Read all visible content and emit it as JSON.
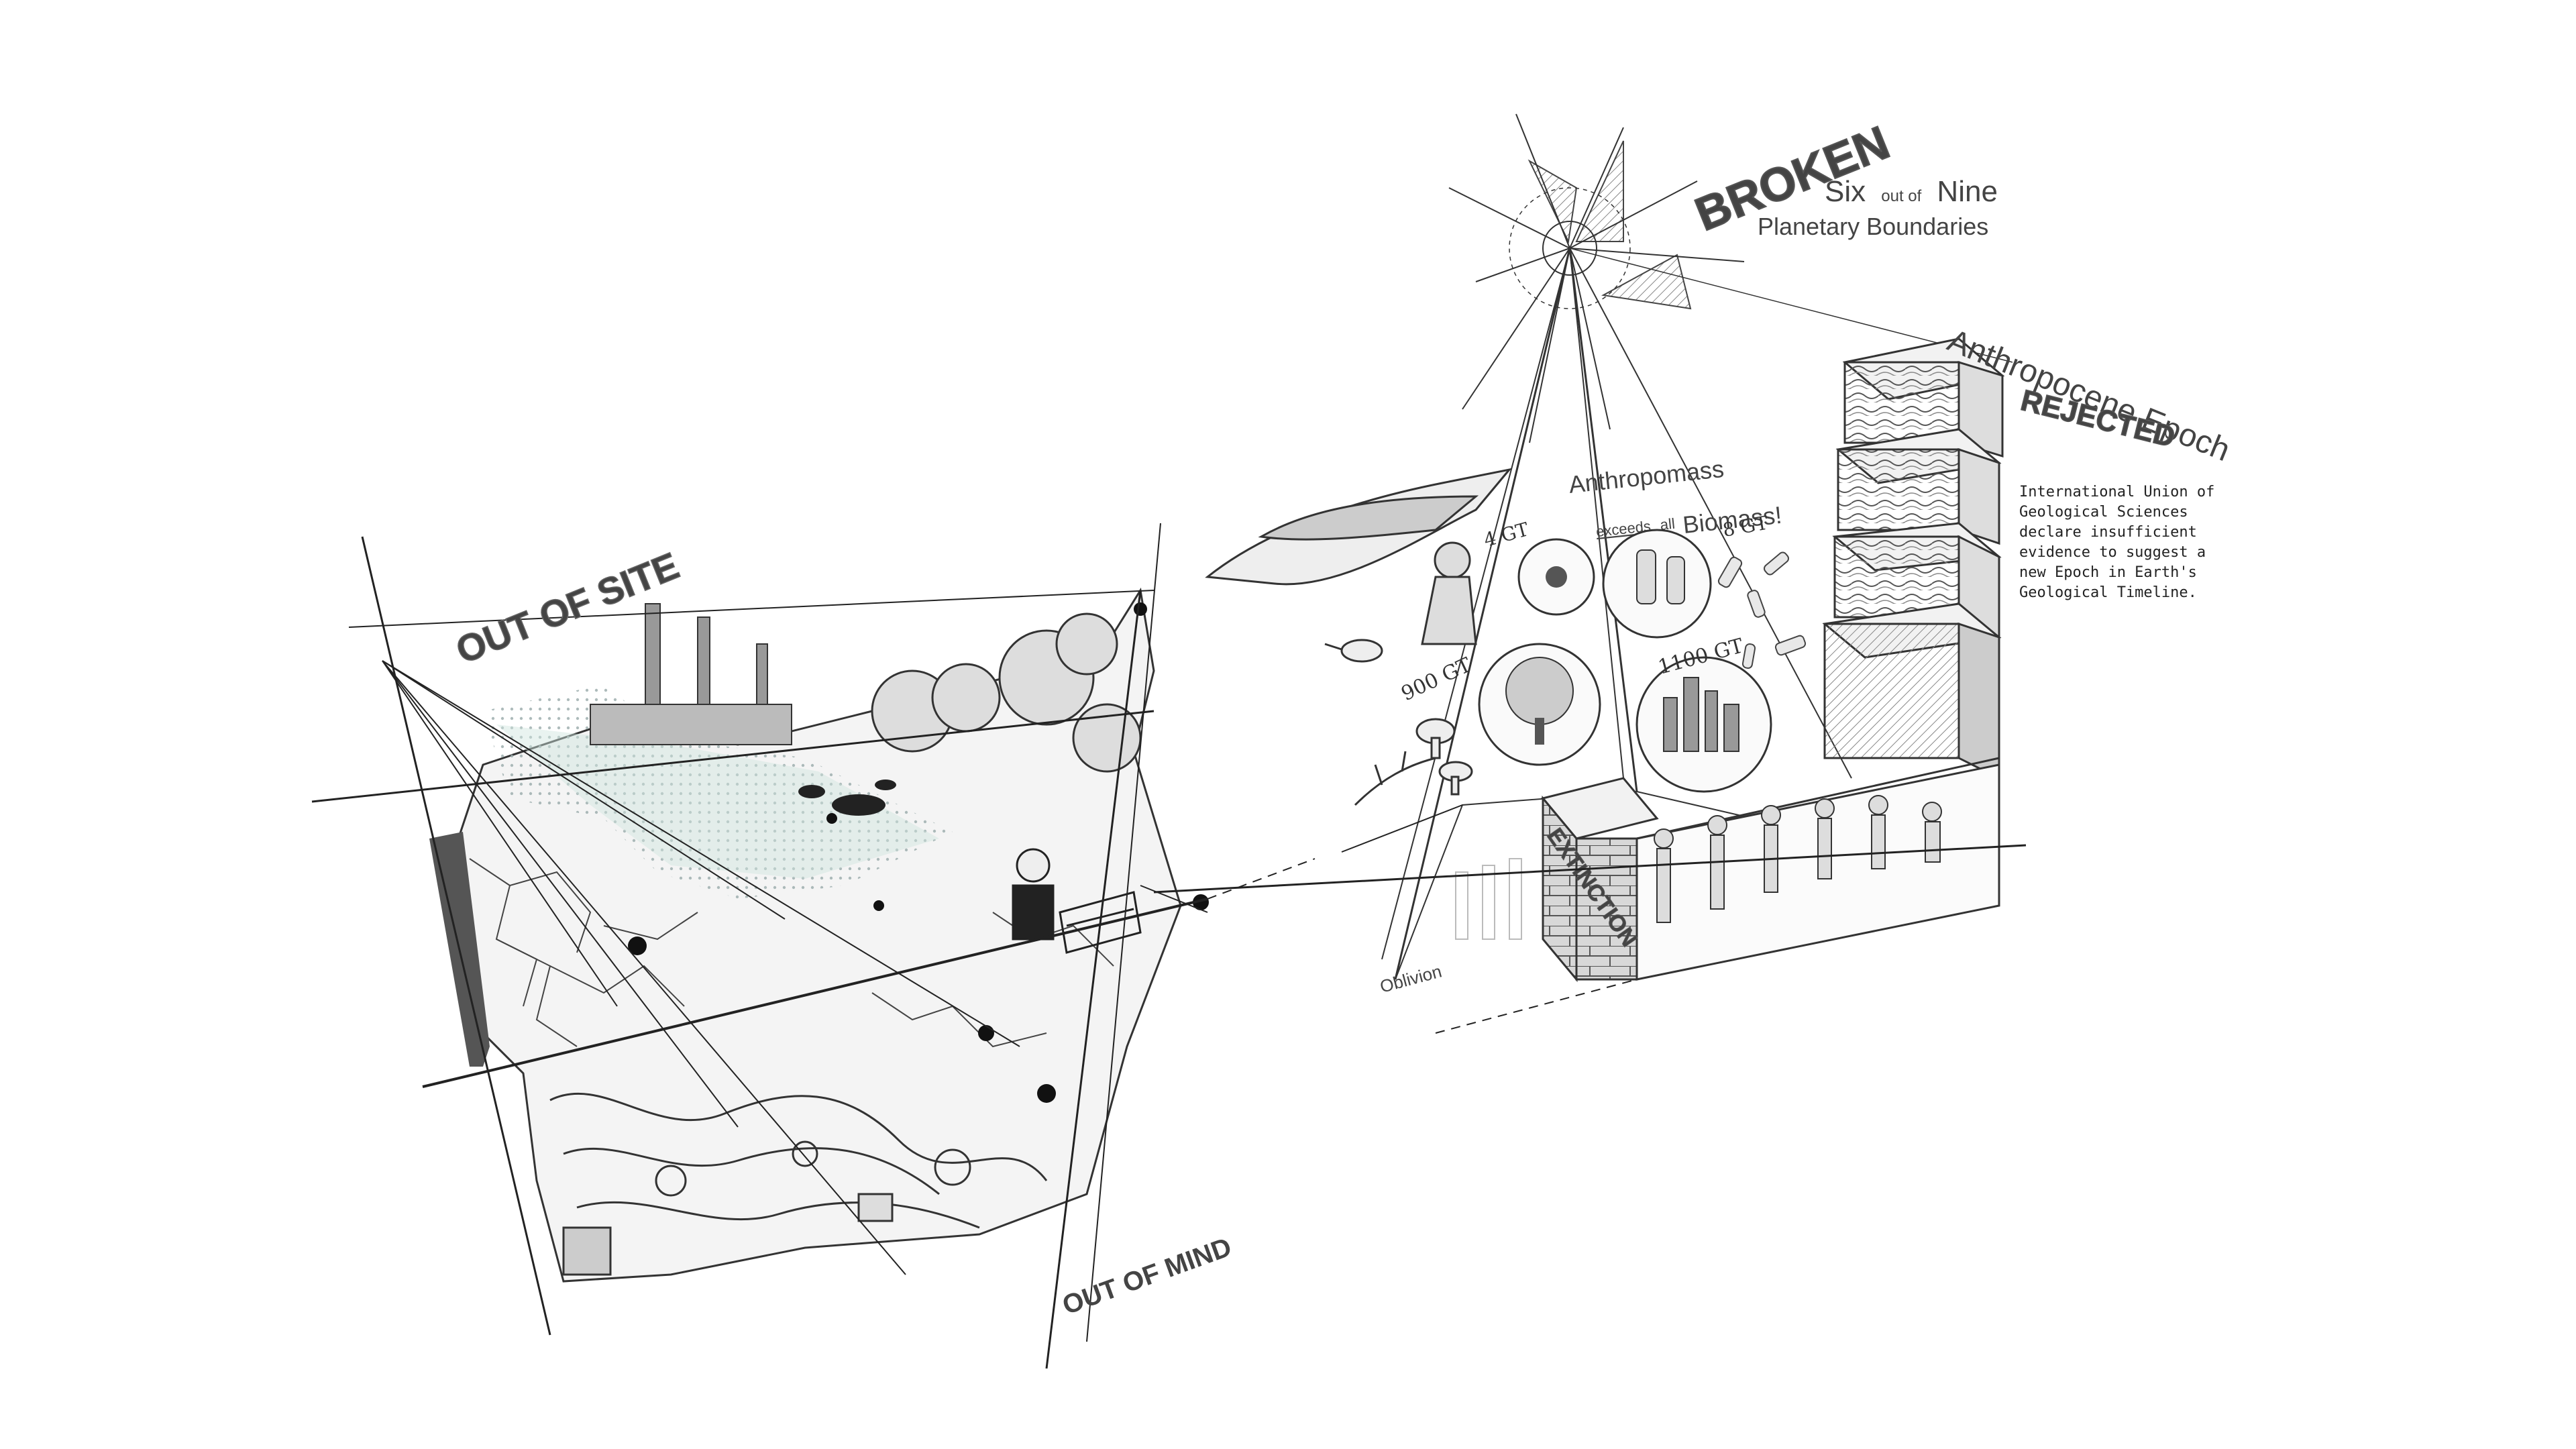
{
  "left_panel": {
    "out_of_site": "OUT OF SITE",
    "out_of_mind": "OUT OF MIND"
  },
  "boundaries": {
    "broken": "BROKEN",
    "six": "Six",
    "out_of": "out of",
    "nine": "Nine",
    "planetary": "Planetary Boundaries"
  },
  "biomass": {
    "anthropomass": "Anthropomass",
    "exceeds": "exceeds",
    "all": "all",
    "biomass": "Biomass!",
    "gt_4": "4 GT",
    "gt_8": "8 GT",
    "gt_900": "900 GT",
    "gt_1100": "1100 GT"
  },
  "epoch": {
    "title": "Anthropocene Epoch",
    "rejected": "REJECTED",
    "note_line1": "International Union of",
    "note_line2": "Geological Sciences",
    "note_line3": "declare insufficient",
    "note_line4": "evidence to suggest a",
    "note_line5": "new Epoch in Earth's",
    "note_line6": "Geological Timeline."
  },
  "extinction": {
    "label": "EXTINCTION",
    "oblivion": "Oblivion"
  }
}
